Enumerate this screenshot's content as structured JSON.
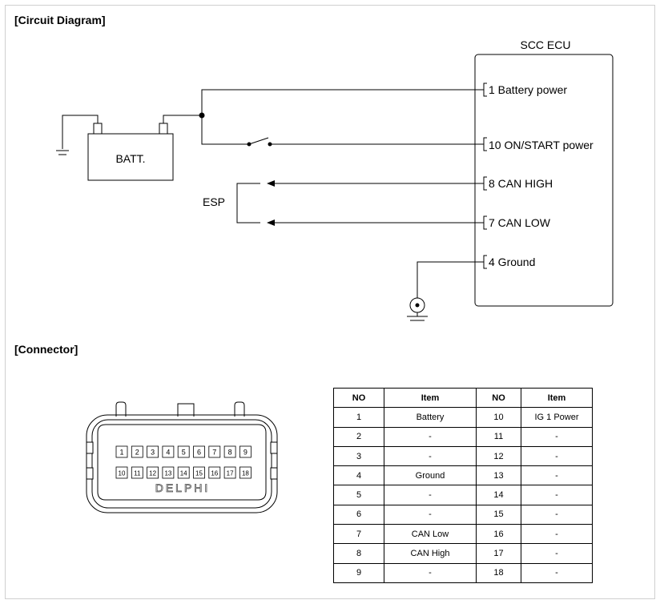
{
  "sections": {
    "circuit_diagram": "[Circuit Diagram]",
    "connector": "[Connector]"
  },
  "diagram": {
    "ecu_title": "SCC ECU",
    "battery_label": "BATT.",
    "esp_label": "ESP",
    "pins": [
      {
        "label": "1 Battery power"
      },
      {
        "label": "10 ON/START power"
      },
      {
        "label": "8 CAN HIGH"
      },
      {
        "label": "7 CAN LOW"
      },
      {
        "label": "4 Ground"
      }
    ]
  },
  "connector": {
    "brand": "DELPHI",
    "row1": [
      "1",
      "2",
      "3",
      "4",
      "5",
      "6",
      "7",
      "8",
      "9"
    ],
    "row2": [
      "10",
      "11",
      "12",
      "13",
      "14",
      "15",
      "16",
      "17",
      "18"
    ]
  },
  "table": {
    "headers": [
      "NO",
      "Item",
      "NO",
      "Item"
    ],
    "rows": [
      [
        "1",
        "Battery",
        "10",
        "IG 1 Power"
      ],
      [
        "2",
        "-",
        "11",
        "-"
      ],
      [
        "3",
        "-",
        "12",
        "-"
      ],
      [
        "4",
        "Ground",
        "13",
        "-"
      ],
      [
        "5",
        "-",
        "14",
        "-"
      ],
      [
        "6",
        "-",
        "15",
        "-"
      ],
      [
        "7",
        "CAN Low",
        "16",
        "-"
      ],
      [
        "8",
        "CAN High",
        "17",
        "-"
      ],
      [
        "9",
        "-",
        "18",
        "-"
      ]
    ]
  }
}
